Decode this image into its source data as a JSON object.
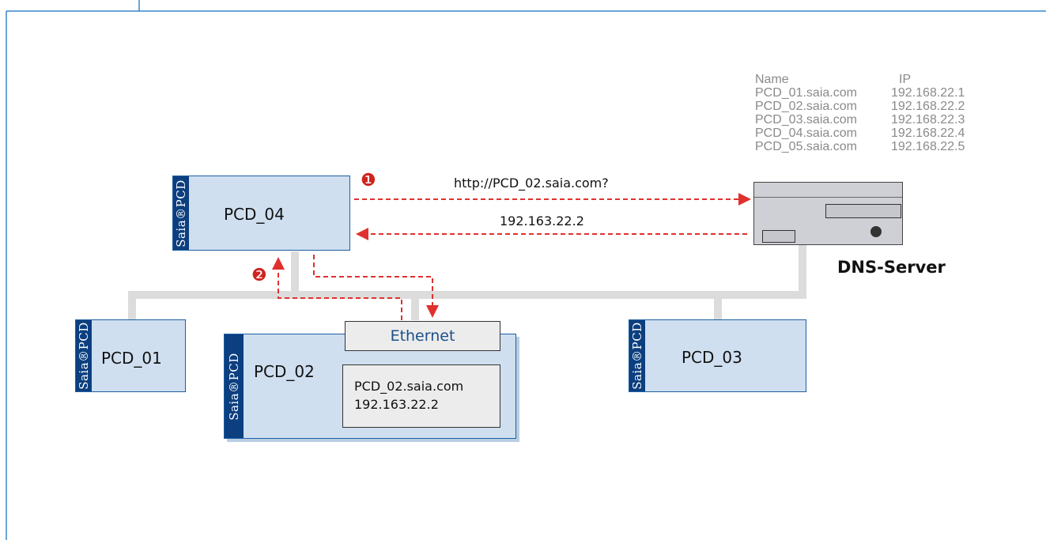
{
  "devices": {
    "pcd04": {
      "name": "PCD_04",
      "brand": "Saia®PCD"
    },
    "pcd01": {
      "name": "PCD_01",
      "brand": "Saia®PCD"
    },
    "pcd02": {
      "name": "PCD_02",
      "brand": "Saia®PCD",
      "ethernet": "Ethernet",
      "hostname": "PCD_02.saia.com",
      "ip": "192.163.22.2"
    },
    "pcd03": {
      "name": "PCD_03",
      "brand": "Saia®PCD"
    }
  },
  "dns_table": {
    "header": {
      "name": "Name",
      "ip": "IP"
    },
    "rows": [
      {
        "name": "PCD_01.saia.com",
        "ip": "192.168.22.1"
      },
      {
        "name": "PCD_02.saia.com",
        "ip": "192.168.22.2"
      },
      {
        "name": "PCD_03.saia.com",
        "ip": "192.168.22.3"
      },
      {
        "name": "PCD_04.saia.com",
        "ip": "192.168.22.4"
      },
      {
        "name": "PCD_05.saia.com",
        "ip": "192.168.22.5"
      }
    ]
  },
  "dns_server": {
    "label": "DNS-Server"
  },
  "messages": {
    "step1_marker": "❶",
    "step2_marker": "❷",
    "query": "http://PCD_02.saia.com?",
    "reply": "192.163.22.2"
  },
  "colors": {
    "device_fill": "#cfdff0",
    "brand_bar": "#0c3f7f",
    "network_line": "#dcdcdc",
    "arrow": "#e0312e",
    "frame": "#3a86c8"
  }
}
